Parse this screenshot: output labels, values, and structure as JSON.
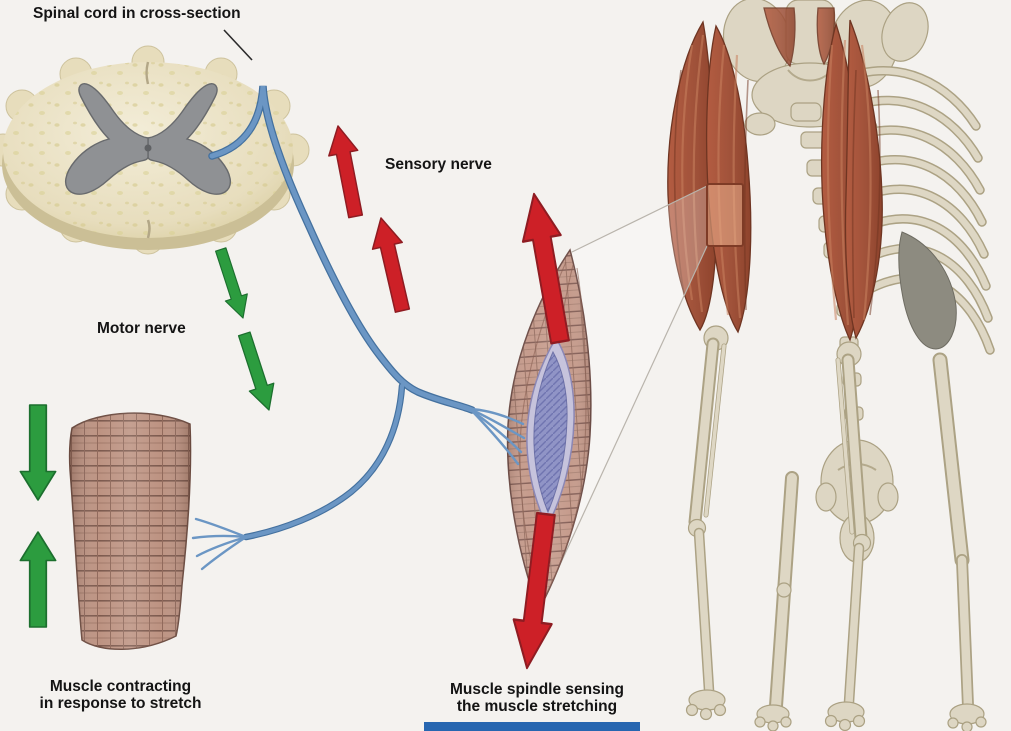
{
  "figure": {
    "title": "Spinal cord in cross-section",
    "labels": {
      "sensory_nerve": "Sensory nerve",
      "motor_nerve": "Motor nerve",
      "muscle_contracting": [
        "Muscle contracting",
        "in response to stretch"
      ],
      "muscle_spindle": [
        "Muscle spindle sensing",
        "the muscle stretching"
      ]
    },
    "colors": {
      "background": "#f4f2ef",
      "sensory_arrow": "#cd2027",
      "motor_arrow": "#2c9c3f",
      "nerve_fiber": "#6b96c4",
      "spinal_cord_white_matter": "#ece4cb",
      "spinal_cord_gray_matter": "#8f9194",
      "muscle_tissue": "#bd9382",
      "spindle_capsule": "#c6c3dc",
      "spindle_fibers": "#9094c6",
      "bone": "#ddd6c3",
      "skeletal_muscle": "#a0523a",
      "highlight_patch_border": "#7e3b26",
      "bottom_bar": "#2766b0"
    }
  }
}
